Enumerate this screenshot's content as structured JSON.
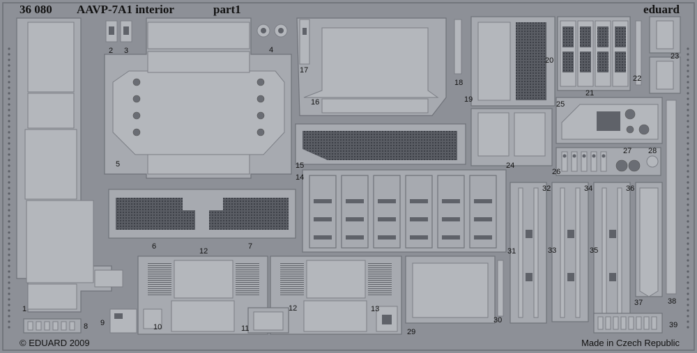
{
  "header": {
    "catalog_number": "36 080",
    "title": "AAVP-7A1 interior",
    "part": "part1",
    "brand": "eduard"
  },
  "footer": {
    "copyright": "© EDUARD 2009",
    "origin": "Made in Czech Republic"
  },
  "part_numbers": [
    "1",
    "2",
    "3",
    "4",
    "5",
    "6",
    "7",
    "8",
    "9",
    "10",
    "11",
    "12",
    "12",
    "13",
    "14",
    "15",
    "16",
    "17",
    "18",
    "19",
    "20",
    "21",
    "22",
    "23",
    "24",
    "25",
    "26",
    "27",
    "28",
    "29",
    "30",
    "31",
    "32",
    "33",
    "34",
    "35",
    "36",
    "37",
    "38",
    "39"
  ]
}
